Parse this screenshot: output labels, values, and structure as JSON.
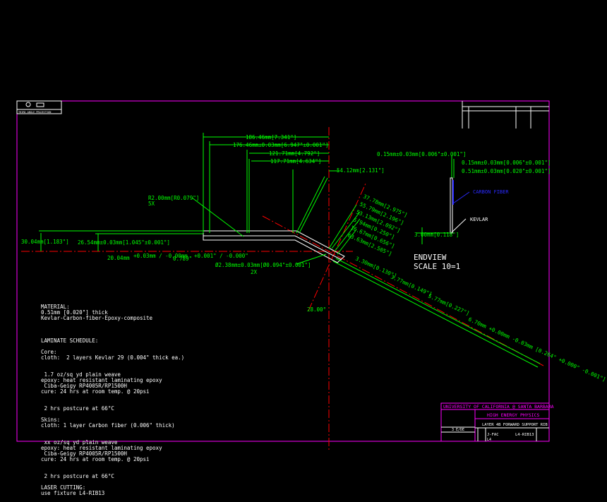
{
  "title_block": {
    "university": "UNIVERSITY OF CALIFORNIA @ SANTA BARBARA",
    "department": "HIGH ENERGY PHYSICS",
    "drawing_title": "LAYER 4B FORWARD SUPPORT RIB",
    "scale": "3 E/DE",
    "drawn_by": "J-FAC",
    "drawing_number": "L4-RIB13",
    "sheet": "L4",
    "projection": "THIRD ANGLE PROJECTION"
  },
  "dimensions": {
    "d1": "186.46mm[7.341\"]",
    "d2": "176.46mm±0.03mm[6.947\"±0.001\"]",
    "d3": "121.71mm[4.792\"]",
    "d4": "117.71mm[4.634\"]",
    "d5": "54.12mm[2.131\"]",
    "radius": "R2.00mm[R0.079\"]",
    "radius_count": "5X",
    "height_total": "30.04mm[1.183\"]",
    "height_inner": "26.54mm±0.03mm[1.045\"±0.001\"]",
    "offset": "20.04mm",
    "offset_tol": "+0.03mm / -0.00mm",
    "offset_in": "0.789\"",
    "offset_in_tol": "+0.001\" / -0.000\"",
    "hole": "Ø2.38mm±0.03mm[Ø0.094\"±0.001\"]",
    "hole_count": "2X",
    "angle": "28.00°",
    "a1": "37.78mm[2.975\"]",
    "a2": "55.79mm[2.196\"]",
    "a3": "53.13mm[2.092\"]",
    "a4": "5.94mm[0.250\"]",
    "a5": "16.67mm[0.656\"]",
    "a6": "63.63mm[2.505\"]",
    "b1": "3.30mm[0.130\"]",
    "b2": "3.77mm[0.149\"]",
    "b3": "5.77mm[0.227\"]",
    "b4": "6.70mm +0.00mm -0.03mm [0.264\" +0.000\" -0.001\"]"
  },
  "endview": {
    "t1": "0.15mm±0.03mm[0.006\"±0.001\"]",
    "t2": "0.15mm±0.03mm[0.006\"±0.001\"]",
    "t3": "0.51mm±0.03mm[0.020\"±0.001\"]",
    "height": "3.00mm[0.118\"]",
    "carbon": "CARBON FIBER",
    "kevlar": "KEVLAR",
    "title": "ENDVIEW",
    "scale": "SCALE 10=1"
  },
  "notes": [
    "MATERIAL:",
    "0.51mm [0.020\"] thick",
    "Kevlar-Carbon-fiber-Epoxy-composite",
    "",
    "LAMINATE SCHEDULE:",
    "",
    "Core:",
    "cloth:  2 layers Kevlar 29 (0.004\" thick ea.)",
    " 1.7 oz/sq yd plain weave",
    "epoxy: heat resistant laminating epoxy",
    " Ciba-Geigy RP4005R/RP1500H",
    "cure: 24 hrs at room temp. @ 20psi",
    " 2 hrs postcure at 66°C",
    "",
    "Skins:",
    "cloth: 1 layer Carbon fiber (0.006\" thick)",
    " xx oz/sq yd plain weave",
    "epoxy: heat resistant laminating epoxy",
    " Ciba-Geigy RP4005R/RP1500H",
    "cure: 24 hrs at room temp. @ 20psi",
    " 2 hrs postcure at 66°C",
    "",
    "LASER CUTTING:",
    "use fixture L4-RIB13"
  ],
  "colors": {
    "frame": "#ff00ff",
    "dim": "#00ff00",
    "center": "#ff0000",
    "part": "#ffffff",
    "carbon": "#2a2aff"
  }
}
